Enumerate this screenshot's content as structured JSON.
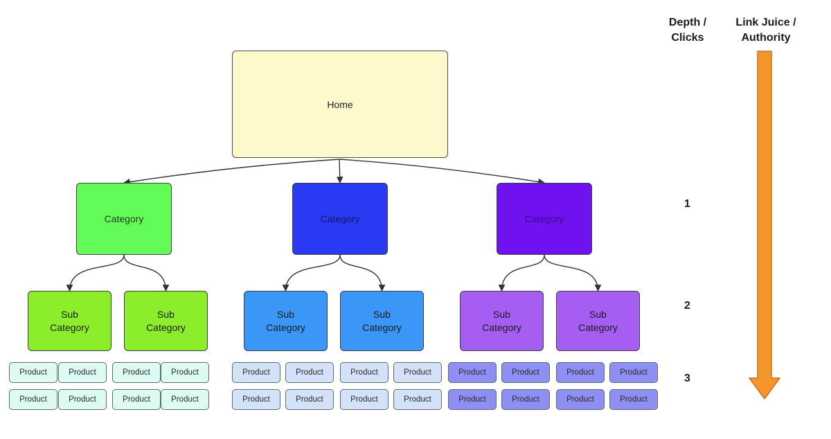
{
  "headers": {
    "depth": "Depth /\nClicks",
    "authority": "Link Juice /\nAuthority"
  },
  "depth_levels": [
    "1",
    "2",
    "3"
  ],
  "home": {
    "label": "Home"
  },
  "branches": [
    {
      "category": {
        "label": "Category",
        "color": "#63fb57"
      },
      "subcategories": [
        {
          "label": "Sub\nCategory",
          "color": "#8cee2a",
          "products": [
            "Product",
            "Product",
            "Product",
            "Product"
          ],
          "product_color": "#ddfbf2"
        },
        {
          "label": "Sub\nCategory",
          "color": "#8cee2a",
          "products": [
            "Product",
            "Product",
            "Product",
            "Product"
          ],
          "product_color": "#ddfbf2"
        }
      ]
    },
    {
      "category": {
        "label": "Category",
        "color": "#2a39f2"
      },
      "subcategories": [
        {
          "label": "Sub\nCategory",
          "color": "#3a96f7",
          "products": [
            "Product",
            "Product",
            "Product",
            "Product"
          ],
          "product_color": "#d3e2f8"
        },
        {
          "label": "Sub\nCategory",
          "color": "#3a96f7",
          "products": [
            "Product",
            "Product",
            "Product",
            "Product"
          ],
          "product_color": "#d3e2f8"
        }
      ]
    },
    {
      "category": {
        "label": "Category",
        "color": "#6f12ef"
      },
      "subcategories": [
        {
          "label": "Sub\nCategory",
          "color": "#a55ef1",
          "products": [
            "Product",
            "Product",
            "Product",
            "Product"
          ],
          "product_color": "#8e8ff2"
        },
        {
          "label": "Sub\nCategory",
          "color": "#a55ef1",
          "products": [
            "Product",
            "Product",
            "Product",
            "Product"
          ],
          "product_color": "#8e8ff2"
        }
      ]
    }
  ],
  "colors": {
    "home_fill": "#fdf9cc",
    "arrow": "#f5962a",
    "arrow_stroke": "#c8721a",
    "connector": "#333333"
  }
}
